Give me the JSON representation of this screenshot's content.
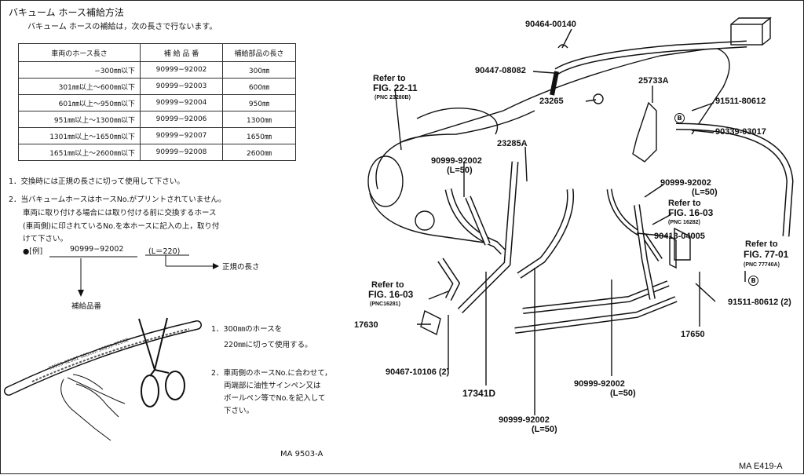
{
  "left_panel": {
    "title": "バキューム ホース補給方法",
    "subtitle": "バキューム ホースの補給は，次の長さで行ないます。",
    "table": {
      "headers": [
        "車両のホース長さ",
        "補 給 品 番",
        "補給部品の長さ"
      ],
      "rows": [
        [
          "−300㎜以下",
          "90999−92002",
          "300㎜"
        ],
        [
          "301㎜以上〜600㎜以下",
          "90999−92003",
          "600㎜"
        ],
        [
          "601㎜以上〜950㎜以下",
          "90999−92004",
          "950㎜"
        ],
        [
          "951㎜以上〜1300㎜以下",
          "90999−92006",
          "1300㎜"
        ],
        [
          "1301㎜以上〜1650㎜以下",
          "90999−92007",
          "1650㎜"
        ],
        [
          "1651㎜以上〜2600㎜以下",
          "90999−92008",
          "2600㎜"
        ]
      ]
    },
    "notes": {
      "n1": "1．交換時には正規の長さに切って使用して下さい。",
      "n2a": "2．当バキュームホースはホースNo.がプリントされていません。",
      "n2b": "車両に取り付ける場合には取り付ける前に交換するホース",
      "n2c": "(車両側)に印されているNo.を本ホースに記入の上，取り付",
      "n2d": "けて下さい。"
    },
    "example": {
      "prefix": "●[例]",
      "part": "90999−92002",
      "length": "(L＝220)",
      "length_meaning": "正規の長さ",
      "part_meaning": "補給品番"
    },
    "steps": {
      "s1a": "1．300㎜のホースを",
      "s1b": "220㎜に切って使用する。",
      "s2a": "2．車両側のホースNo.に合わせて，",
      "s2b": "両端部に油性サインペン又は",
      "s2c": "ボールペン等でNo.を記入して",
      "s2d": "下さい。"
    },
    "hose_print": "90999-92002 300mm 90999-92002",
    "code": "MA 9503-A"
  },
  "right_panel": {
    "labels": {
      "p90464": "90464-00140",
      "p90447": "90447-08082",
      "p23265": "23265",
      "refer2211": "Refer to",
      "fig2211": "FIG. 22-11",
      "pnc2211": "(PNC 23280B)",
      "p25733a": "25733A",
      "p91511a": "91511-80612",
      "p90339": "90339-03017",
      "p23285a": "23285A",
      "h90999a": "90999-92002",
      "h90999a_len": "(L=50)",
      "h90999b": "90999-92002",
      "h90999b_len": "(L=50)",
      "refer1603a": "Refer to",
      "fig1603a": "FIG. 16-03",
      "pnc1603a": "(PNC 16282)",
      "p90413": "90413-04005",
      "refer7701": "Refer to",
      "fig7701": "FIG. 77-01",
      "pnc7701": "(PNC 77740A)",
      "p91511b": "91511-80612 (2)",
      "refer1603b": "Refer to",
      "fig1603b": "FIG. 16-03",
      "pnc1603b": "(PNC16281)",
      "p17630": "17630",
      "p17650": "17650",
      "p90467": "90467-10106 (2)",
      "p17341d": "17341D",
      "h90999c": "90999-92002",
      "h90999c_len": "(L=50)",
      "h90999d": "90999-92002",
      "h90999d_len": "(L=50)",
      "markerB": "B",
      "code": "MA  E419-A"
    }
  }
}
